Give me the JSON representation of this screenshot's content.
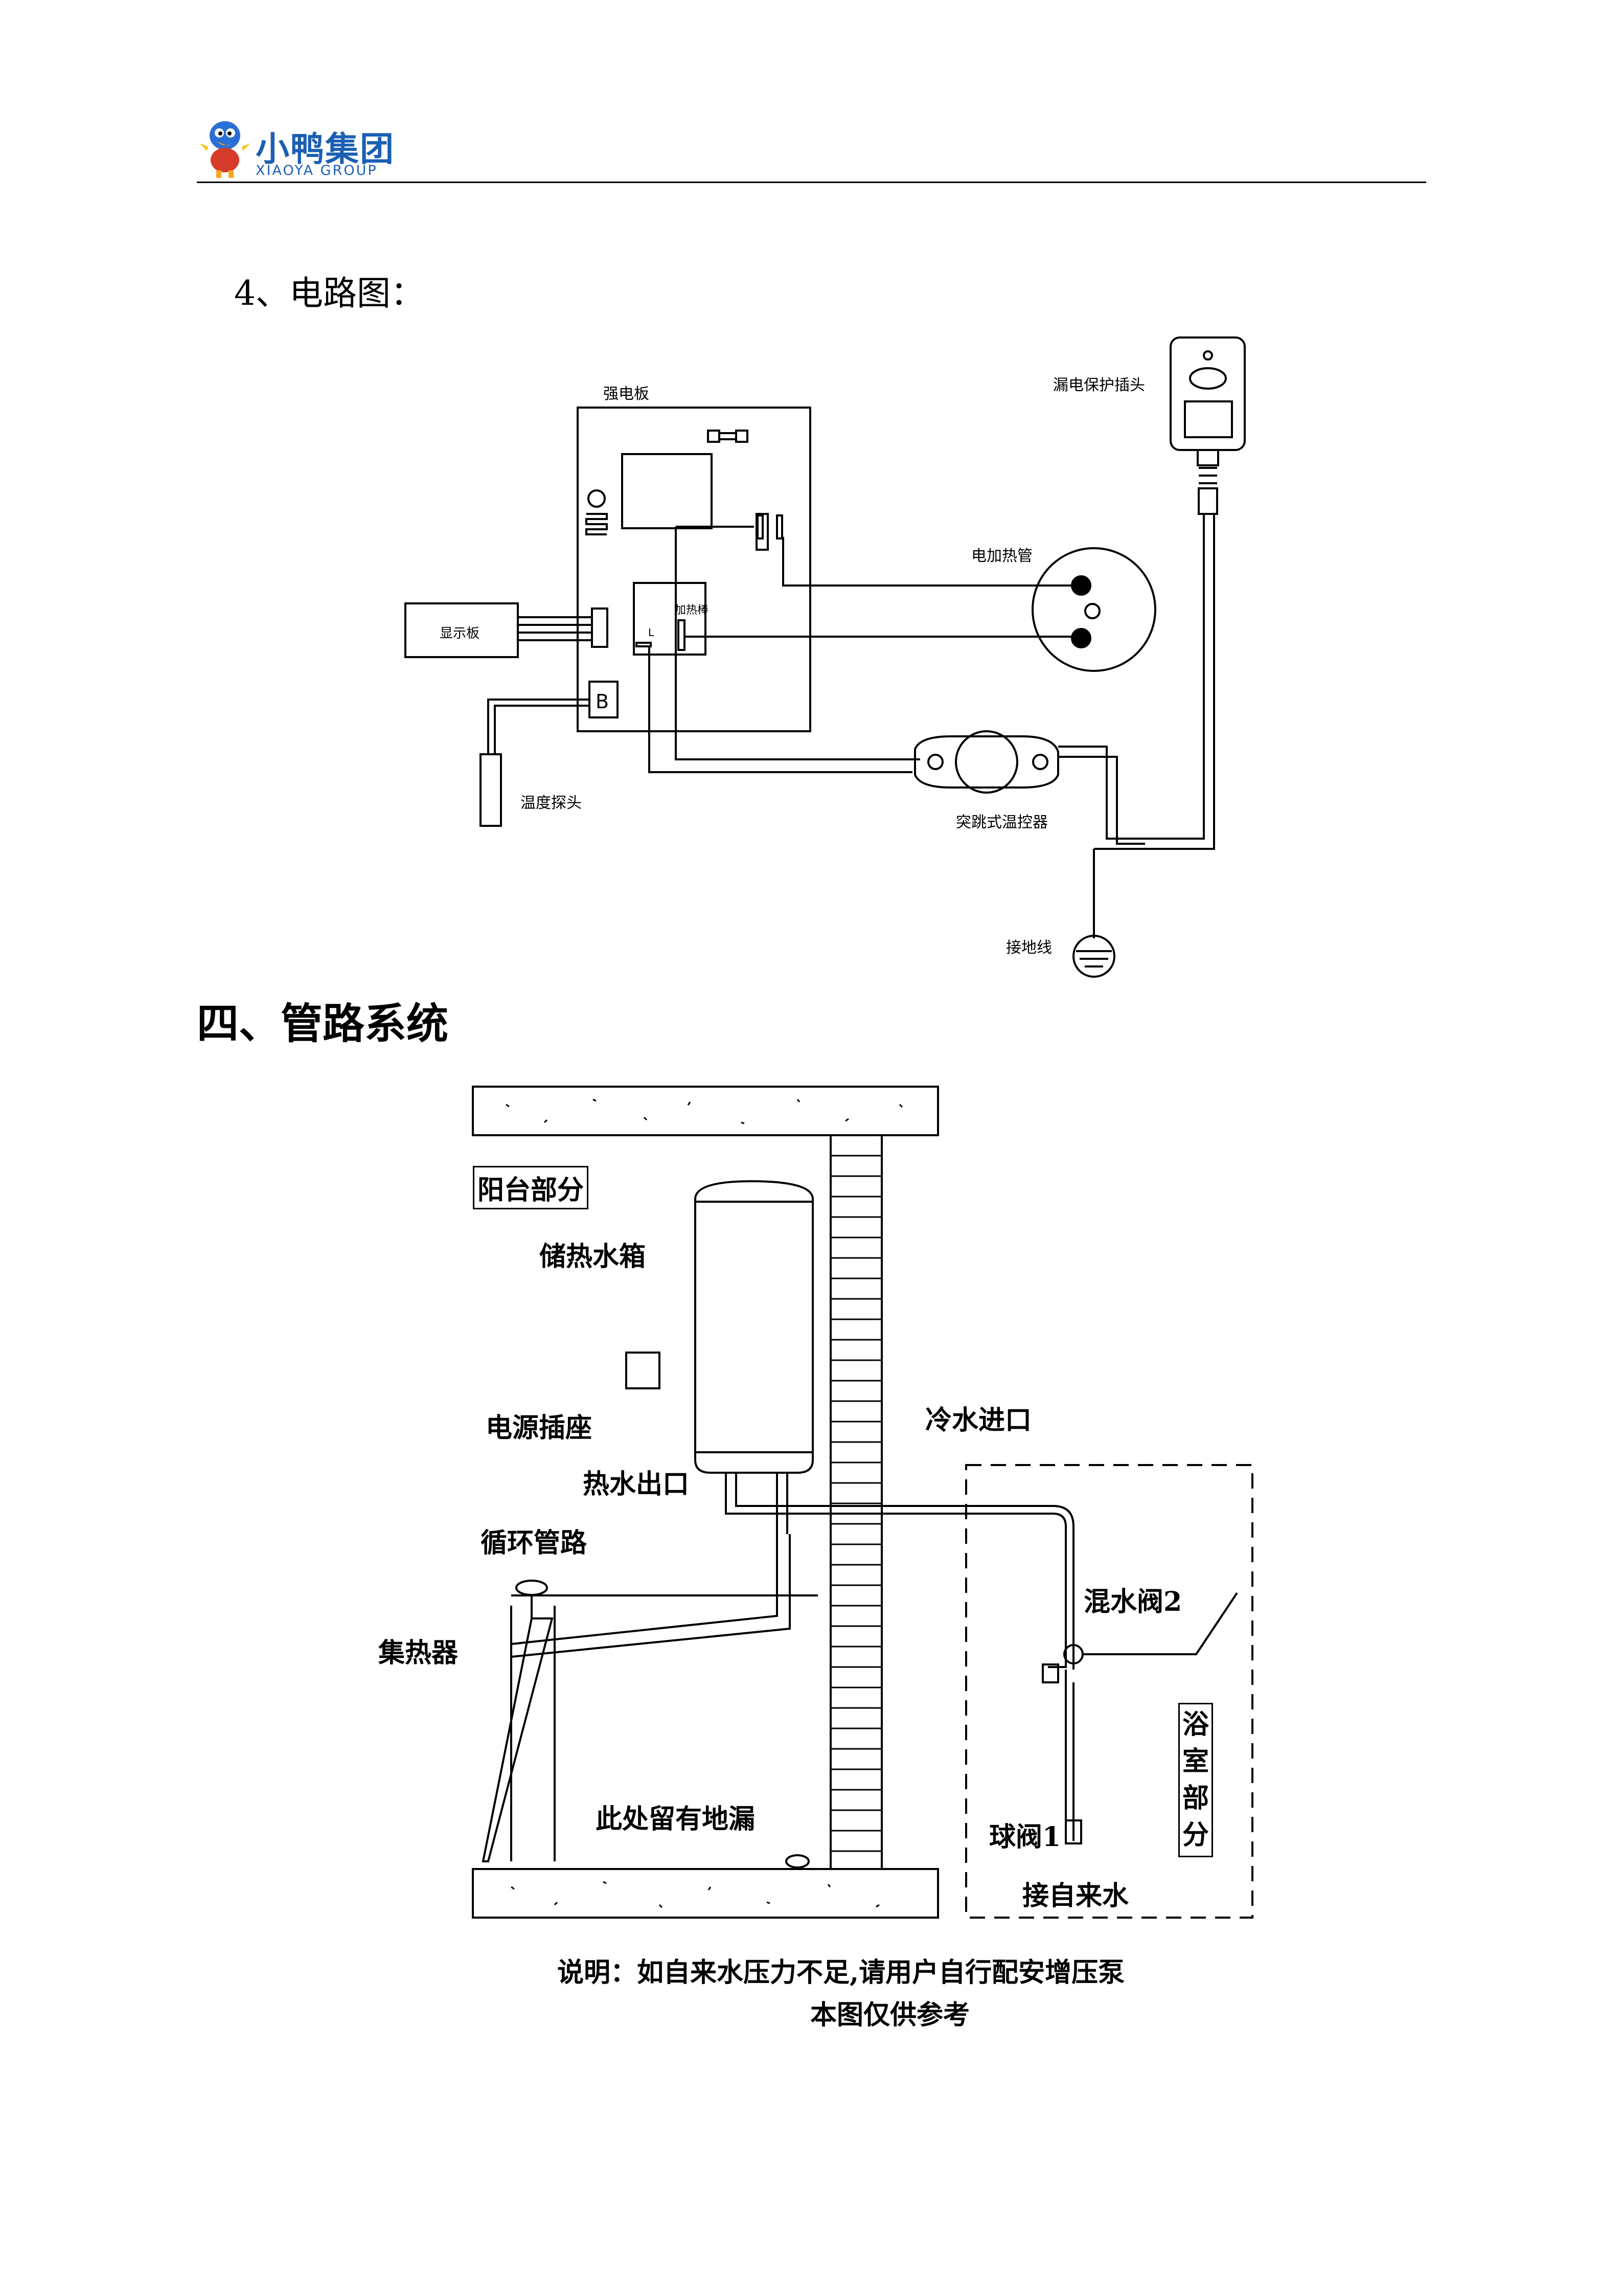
{
  "header": {
    "brand_cn": "小鸭集团",
    "brand_en": "XIAOYA GROUP",
    "brand_color": "#1a5fb4"
  },
  "section_circuit": {
    "heading": "4、电路图：",
    "labels": {
      "power_board": "强电板",
      "leakage_plug": "漏电保护插头",
      "heating_tube": "电加热管",
      "display_board": "显示板",
      "heater_terminal": "加热棒",
      "terminal_l": "L",
      "temp_probe": "温度探头",
      "snap_thermostat": "突跳式温控器",
      "ground_wire": "接地线"
    }
  },
  "section_pipe": {
    "heading": "四、管路系统",
    "labels": {
      "balcony": "阳台部分",
      "storage_tank": "储热水箱",
      "power_socket": "电源插座",
      "cold_inlet": "冷水进口",
      "hot_outlet": "热水出口",
      "circulation": "循环管路",
      "collector": "集热器",
      "mixing_valve": "混水阀2",
      "bathroom_1": "浴",
      "bathroom_2": "室",
      "bathroom_3": "部",
      "bathroom_4": "分",
      "floor_drain": "此处留有地漏",
      "ball_valve": "球阀1",
      "tap_water": "接自来水"
    },
    "note_1": "说明：如自来水压力不足,请用户自行配安增压泵",
    "note_2": "本图仅供参考"
  }
}
